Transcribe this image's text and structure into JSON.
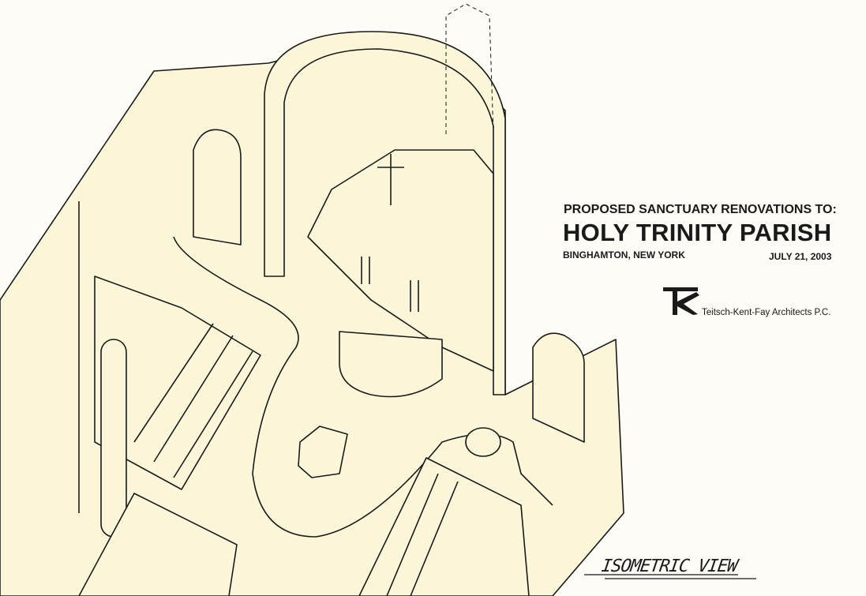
{
  "title_block": {
    "subtitle": "PROPOSED SANCTUARY RENOVATIONS TO:",
    "title": "HOLY TRINITY PARISH",
    "location": "BINGHAMTON, NEW YORK",
    "date": "JULY 21, 2003",
    "firm_logo": "TK",
    "firm_name": "Teitsch-Kent-Fay Architects P.C."
  },
  "drawing_label": "ISOMETRIC VIEW",
  "colors": {
    "paper": "#fdfcf6",
    "floor_tint": "#fbf6d8",
    "ink": "#1a1a1a"
  }
}
